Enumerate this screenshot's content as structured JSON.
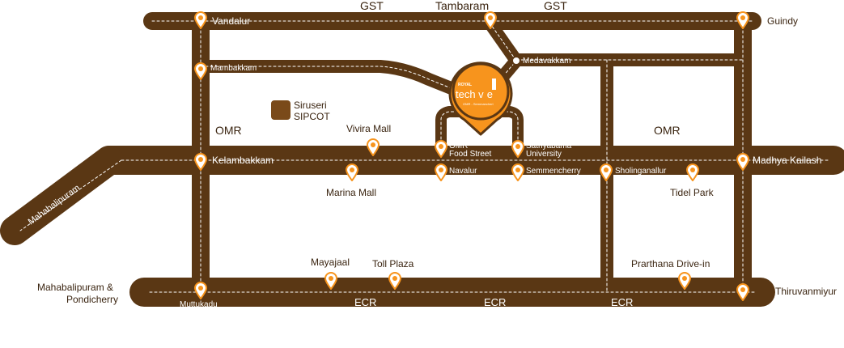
{
  "colors": {
    "road": "#5a3714",
    "road_inner": "#ffffff",
    "pin": "#f7941d",
    "sipcot": "#7a4a1a",
    "text": "#3a2410"
  },
  "top_road": {
    "labels": [
      "GST",
      "Tambaram",
      "GST"
    ]
  },
  "places": {
    "vandalur": "Vandalur",
    "guindy": "Guindy",
    "mambakkam": "Mambakkam",
    "medavakkam": "Medavakkam",
    "sipcot_line1": "Siruseri",
    "sipcot_line2": "SIPCOT",
    "omr_left": "OMR",
    "omr_right": "OMR",
    "vivira": "Vivira Mall",
    "omr_food_1": "OMR",
    "omr_food_2": "Food Street",
    "sathyabama_1": "Sathyabama",
    "sathyabama_2": "University",
    "kelambakkam": "Kelambakkam",
    "madhya": "Madhya Kailash",
    "navalur": "Navalur",
    "semmencherry": "Semmencherry",
    "sholinganallur": "Sholinganallur",
    "marina": "Marina Mall",
    "tidel": "Tidel Park",
    "mahabalipuram_road": "Mahabalipuram",
    "mahab_pond_1": "Mahabalipuram &",
    "mahab_pond_2": "Pondicherry",
    "muttukadu": "Muttukadu",
    "mayajaal": "Mayajaal",
    "toll": "Toll Plaza",
    "prarthana": "Prarthana Drive-in",
    "thiruvanmiyur": "Thiruvanmiyur",
    "ecr": [
      "ECR",
      "ECR",
      "ECR"
    ]
  },
  "logo": {
    "brand": "ROYAL",
    "name_1": "tech v",
    "name_2": "e",
    "sub": "OMR - Semmancheri"
  }
}
